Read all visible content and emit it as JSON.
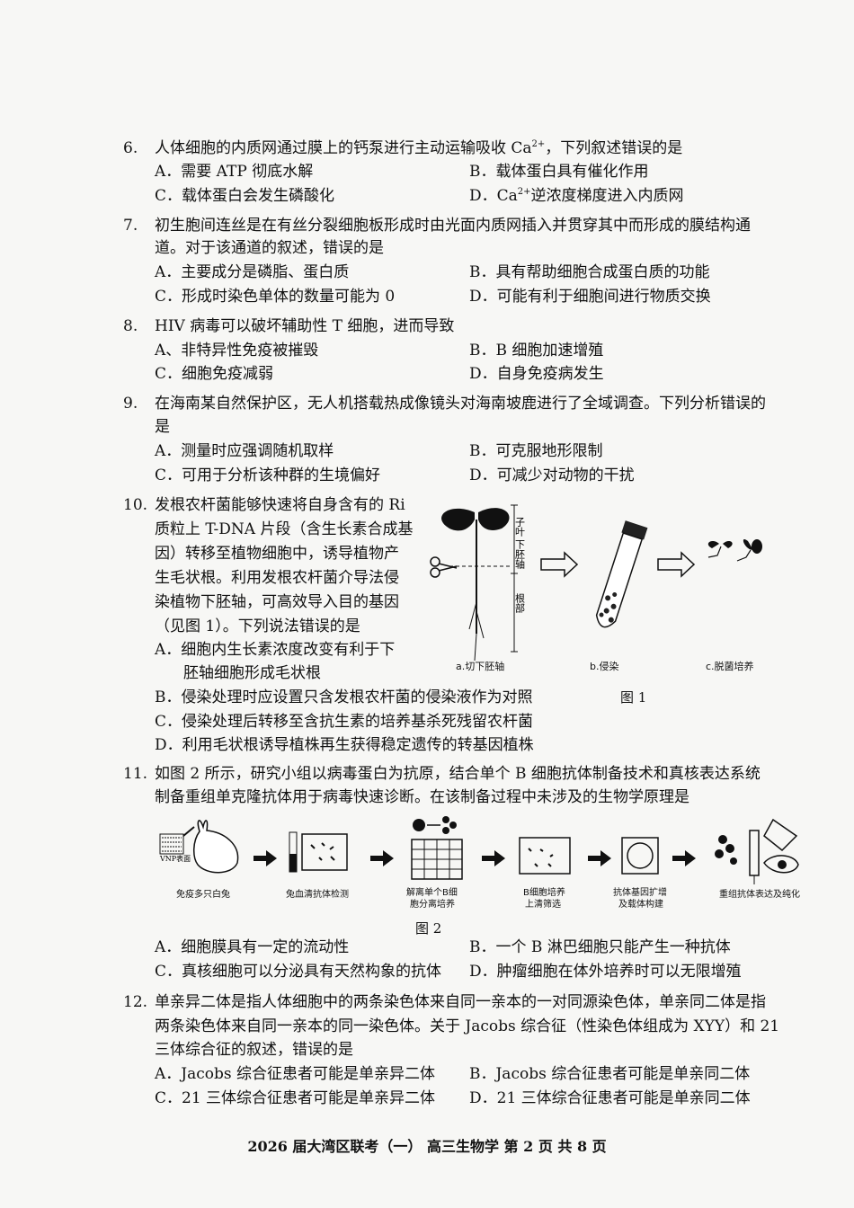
{
  "q6": {
    "num": "6.",
    "stem_a": "人体细胞的内质网通过膜上的钙泵进行主动运输吸收 Ca",
    "stem_sup": "2+",
    "stem_b": "，下列叙述错误的是",
    "A": "A．需要 ATP 彻底水解",
    "B": "B．载体蛋白具有催化作用",
    "C": "C．载体蛋白会发生磷酸化",
    "D_a": "D．Ca",
    "D_sup": "2+",
    "D_b": "逆浓度梯度进入内质网"
  },
  "q7": {
    "num": "7.",
    "stem1": "初生胞间连丝是在有丝分裂细胞板形成时由光面内质网插入并贯穿其中而形成的膜结构通",
    "stem2": "道。对于该通道的叙述，错误的是",
    "A": "A．主要成分是磷脂、蛋白质",
    "B": "B．具有帮助细胞合成蛋白质的功能",
    "C": "C．形成时染色单体的数量可能为 0",
    "D": "D．可能有利于细胞间进行物质交换"
  },
  "q8": {
    "num": "8.",
    "stem": "HIV 病毒可以破坏辅助性 T 细胞，进而导致",
    "A": "A、非特异性免疫被摧毁",
    "B": "B．B 细胞加速增殖",
    "C": "C．细胞免疫减弱",
    "D": "D．自身免疫病发生"
  },
  "q9": {
    "num": "9.",
    "stem1": "在海南某自然保护区，无人机搭载热成像镜头对海南坡鹿进行了全域调查。下列分析错误的",
    "stem2": "是",
    "A": "A．测量时应强调随机取样",
    "B": "B．可克服地形限制",
    "C": "C．可用于分析该种群的生境偏好",
    "D": "D．可减少对动物的干扰"
  },
  "q10": {
    "num": "10.",
    "stem": [
      "发根农杆菌能够快速将自身含有的 Ri",
      "质粒上 T-DNA 片段（含生长素合成基",
      "因）转移至植物细胞中，诱导植物产",
      "生毛状根。利用发根农杆菌介导法侵",
      "染植物下胚轴，可高效导入目的基因",
      "（见图 1）。下列说法错误的是"
    ],
    "A1": "A．细胞内生长素浓度改变有利于下",
    "A2": "胚轴细胞形成毛状根",
    "B": "B．侵染处理时应设置只含发根农杆菌的侵染液作为对照",
    "C": "C．侵染处理后转移至含抗生素的培养基杀死残留农杆菌",
    "D": "D．利用毛状根诱导植株再生获得稳定遗传的转基因植株",
    "fig": {
      "label_cotyledon": "子叶",
      "label_hypocotyl": "下胚轴",
      "label_root": "根部",
      "cap_a": "a.切下胚轴",
      "cap_b": "b.侵染",
      "cap_c": "c.脱菌培养",
      "title": "图 1"
    }
  },
  "q11": {
    "num": "11.",
    "stem1": "如图 2 所示，研究小组以病毒蛋白为抗原，结合单个 B 细胞抗体制备技术和真核表达系统",
    "stem2": "制备重组单克隆抗体用于病毒快速诊断。在该制备过程中未涉及的生物学原理是",
    "fig": {
      "steps": [
        "免疫多只白兔",
        "兔血清抗体检测",
        "解离单个B细",
        "B细胞培养",
        "抗体基因扩增",
        "重组抗体表达及纯化"
      ],
      "steps2": [
        "",
        "",
        "胞分离培养",
        "上清筛选",
        "及载体构建",
        ""
      ],
      "vlp": "VNP表面",
      "title": "图 2"
    },
    "A": "A．细胞膜具有一定的流动性",
    "B": "B．一个 B 淋巴细胞只能产生一种抗体",
    "C": "C．真核细胞可以分泌具有天然构象的抗体",
    "D": "D．肿瘤细胞在体外培养时可以无限增殖"
  },
  "q12": {
    "num": "12.",
    "stem1": "单亲异二体是指人体细胞中的两条染色体来自同一亲本的一对同源染色体，单亲同二体是指",
    "stem2": "两条染色体来自同一亲本的同一染色体。关于 Jacobs 综合征（性染色体组成为 XYY）和 21",
    "stem3": "三体综合征的叙述，错误的是",
    "A": "A．Jacobs 综合征患者可能是单亲异二体",
    "B": "B．Jacobs 综合征患者可能是单亲同二体",
    "C": "C．21 三体综合征患者可能是单亲异二体",
    "D": "D．21 三体综合征患者可能是单亲同二体"
  },
  "footer": "2026 届大湾区联考（一）  高三生物学  第 2 页  共 8 页"
}
